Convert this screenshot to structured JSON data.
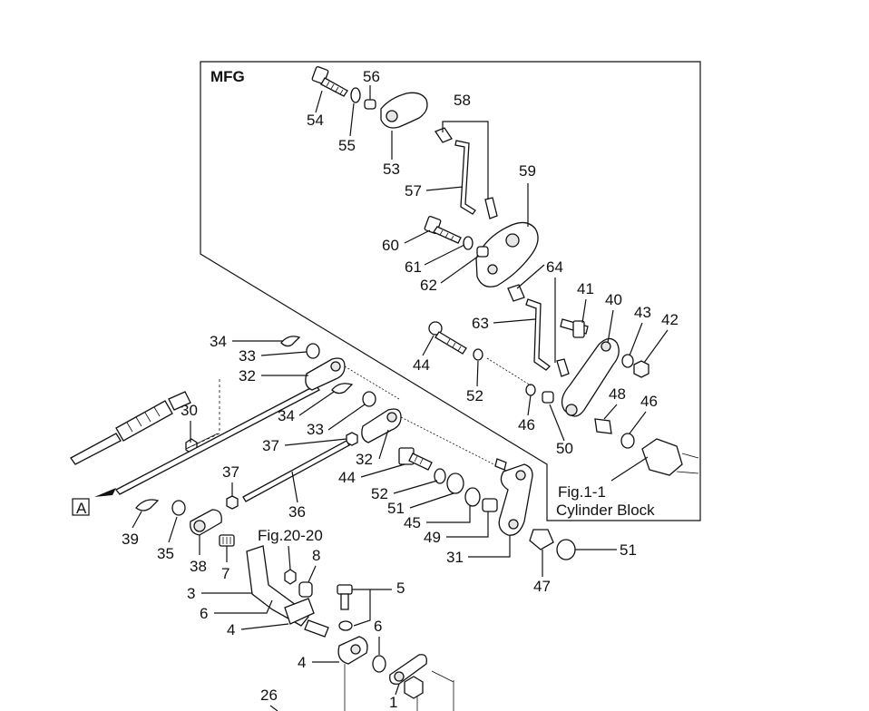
{
  "inset_title": "MFG",
  "section_ref": "A",
  "refs": {
    "fig_cylinder_block": [
      "Fig.1-1",
      "Cylinder Block"
    ],
    "fig_20_20": "Fig.20-20"
  },
  "callouts": [
    "54",
    "56",
    "55",
    "53",
    "58",
    "57",
    "59",
    "60",
    "61",
    "62",
    "64",
    "41",
    "40",
    "43",
    "42",
    "63",
    "44",
    "52",
    "46",
    "48",
    "46",
    "50",
    "34",
    "33",
    "32",
    "34",
    "33",
    "30",
    "37",
    "32",
    "44",
    "52",
    "51",
    "45",
    "49",
    "31",
    "47",
    "51",
    "37",
    "36",
    "39",
    "35",
    "38",
    "7",
    "8",
    "3",
    "6",
    "5",
    "4",
    "6",
    "4",
    "26",
    "1"
  ]
}
